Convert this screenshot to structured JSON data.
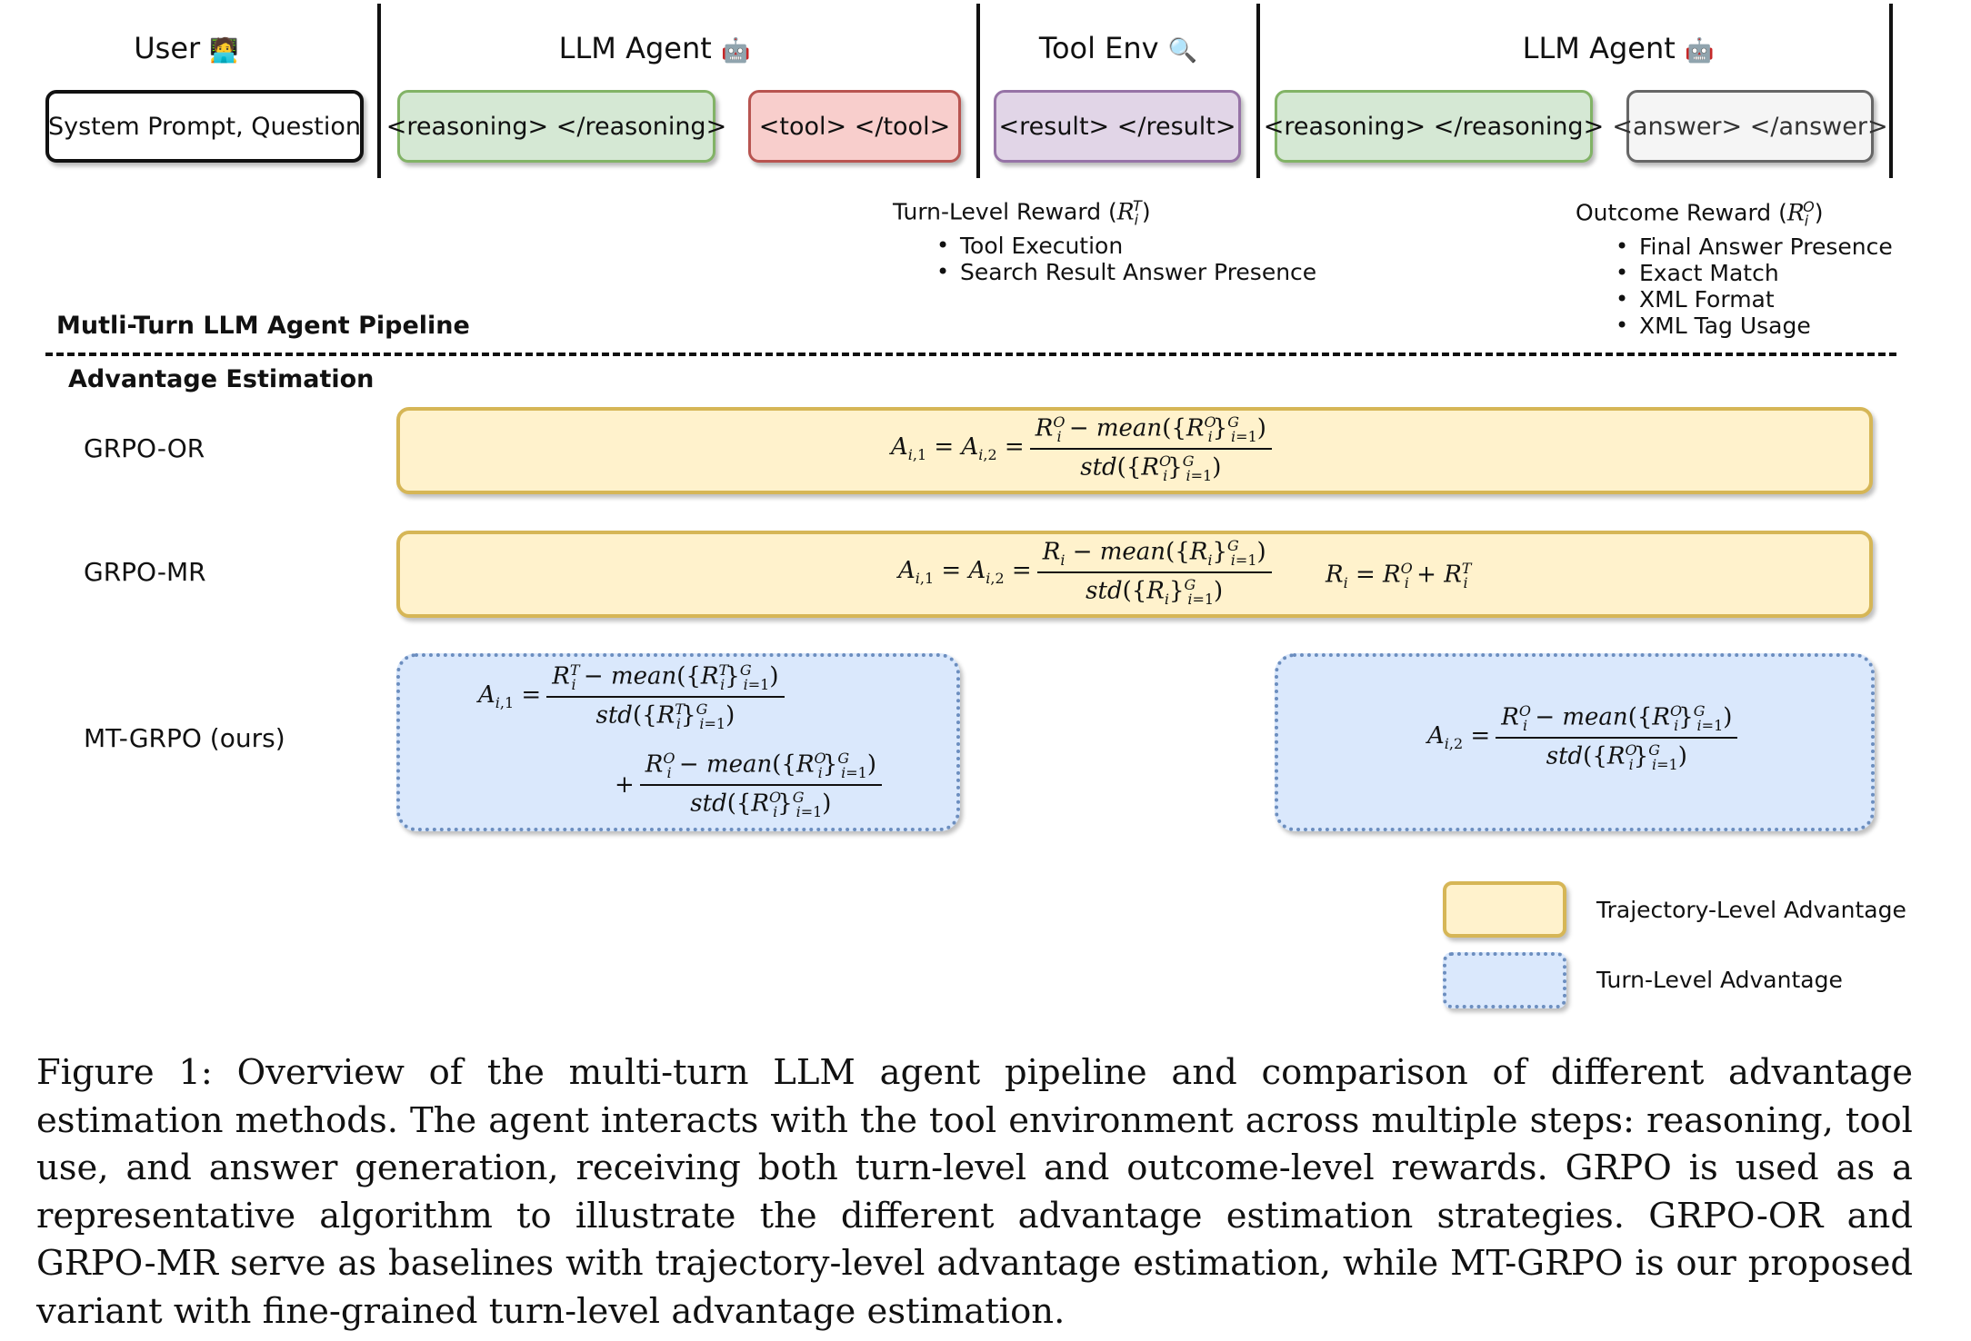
{
  "pipeline": {
    "headers": {
      "user": "User",
      "user_icon": "🧑‍💻",
      "llm_agent_1": "LLM Agent",
      "llm_agent_1_icon": "🤖",
      "tool_env": "Tool Env",
      "tool_env_icon": "🔍",
      "llm_agent_2": "LLM Agent",
      "llm_agent_2_icon": "🤖"
    },
    "boxes": {
      "system_prompt": "System Prompt, Question",
      "reasoning_1": "<reasoning> </reasoning>",
      "tool": "<tool> </tool>",
      "result": "<result> </result>",
      "reasoning_2": "<reasoning> </reasoning>",
      "answer": "<answer> </answer>"
    },
    "turn_reward": {
      "title_prefix": "Turn-Level Reward (",
      "symbol": "R",
      "sub": "i",
      "sup": "T",
      "title_suffix": ")",
      "items": [
        "Tool Execution",
        "Search Result Answer Presence"
      ]
    },
    "outcome_reward": {
      "title_prefix": "Outcome Reward (",
      "symbol": "R",
      "sub": "i",
      "sup": "O",
      "title_suffix": ")",
      "items": [
        "Final Answer Presence",
        "Exact Match",
        "XML Format",
        "XML Tag Usage"
      ]
    },
    "section_label": "Mutli-Turn LLM Agent Pipeline"
  },
  "advantage": {
    "section_label": "Advantage Estimation",
    "methods": {
      "grpo_or": "GRPO-OR",
      "grpo_mr": "GRPO-MR",
      "mt_grpo": "MT-GRPO (ours)"
    }
  },
  "legend": {
    "trajectory": "Trajectory-Level Advantage",
    "turn": "Turn-Level Advantage"
  },
  "colors": {
    "trajectory_fill": "#fff2cc",
    "trajectory_border": "#d6b656",
    "turn_fill": "#dae8fc",
    "turn_border": "#6c8ebf",
    "reasoning_fill": "#d5e8d4",
    "tool_fill": "#f8cecc",
    "result_fill": "#e1d5e7",
    "answer_fill": "#f5f5f5"
  },
  "caption": "Figure 1: Overview of the multi-turn LLM agent pipeline and comparison of different advantage estimation methods. The agent interacts with the tool environment across multiple steps: reasoning, tool use, and answer generation, receiving both turn-level and outcome-level rewards. GRPO is used as a representative algorithm to illustrate the different advantage estimation strategies. GRPO-OR and GRPO-MR serve as baselines with trajectory-level advantage estimation, while MT-GRPO is our proposed variant with fine-grained turn-level advantage estimation."
}
